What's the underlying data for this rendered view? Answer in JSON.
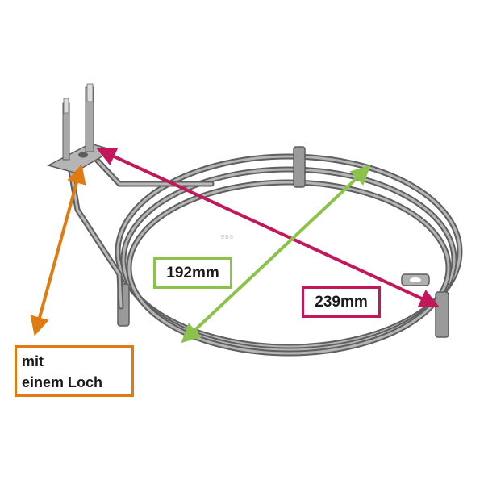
{
  "image": {
    "subject": "heating-element",
    "colors": {
      "background": "#ffffff",
      "metal": "#8f8f8f",
      "diameter_inner_line": "#8bc34a",
      "diameter_outer_line": "#c2185b",
      "hole_note_line": "#e07b12"
    }
  },
  "annotations": {
    "inner_diameter": "192mm",
    "outer_diameter": "239mm",
    "hole_note_line1": "mit",
    "hole_note_line2": "einem Loch"
  },
  "watermark": {
    "text": "EBS"
  }
}
